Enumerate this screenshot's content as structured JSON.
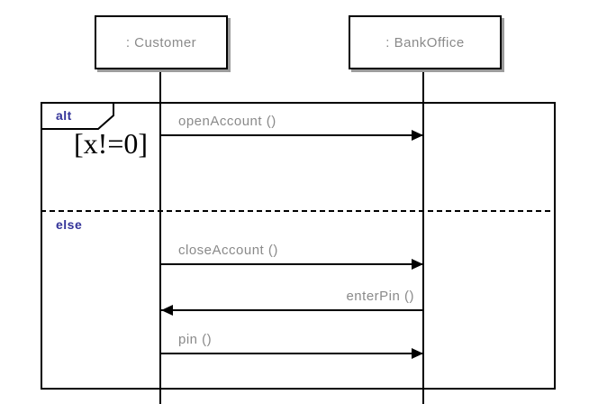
{
  "diagram": {
    "type": "uml-sequence-diagram",
    "lifelines": [
      {
        "label": ": Customer"
      },
      {
        "label": ": BankOffice"
      }
    ],
    "fragment": {
      "operator": "alt",
      "guard": "[x!=0]",
      "else_label": "else"
    },
    "messages": [
      {
        "label": "openAccount ()",
        "from": ": Customer",
        "to": ": BankOffice",
        "direction": "right"
      },
      {
        "label": "closeAccount ()",
        "from": ": Customer",
        "to": ": BankOffice",
        "direction": "right"
      },
      {
        "label": "enterPin ()",
        "from": ": BankOffice",
        "to": ": Customer",
        "direction": "left"
      },
      {
        "label": "pin ()",
        "from": ": Customer",
        "to": ": BankOffice",
        "direction": "right"
      }
    ],
    "colors": {
      "line": "#000000",
      "label_gray": "#8a8a8a",
      "operator_blue": "#333399",
      "shadow_gray": "#9c9c9c",
      "background": "#ffffff"
    }
  }
}
